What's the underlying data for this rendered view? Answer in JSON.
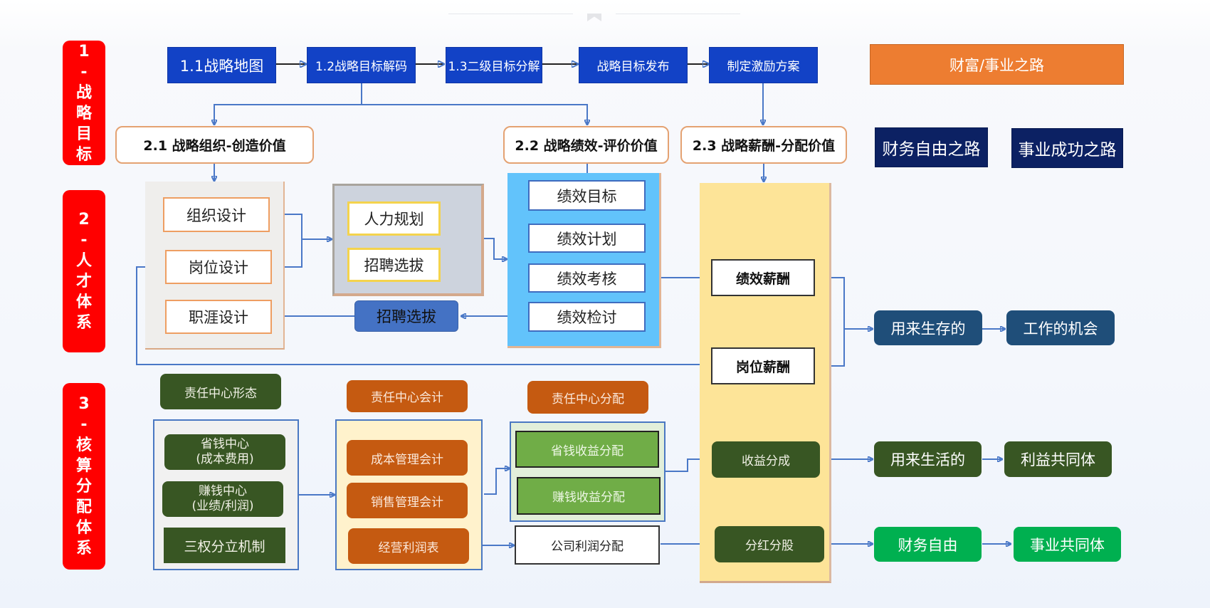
{
  "stages": [
    {
      "id": "stage-1",
      "chars": [
        "1",
        "-",
        "战",
        "略",
        "目",
        "标"
      ]
    },
    {
      "id": "stage-2",
      "chars": [
        "2",
        "-",
        "人",
        "才",
        "体",
        "系"
      ]
    },
    {
      "id": "stage-3",
      "chars": [
        "3",
        "-",
        "核",
        "算",
        "分",
        "配",
        "体",
        "系"
      ]
    }
  ],
  "strategy_flow": [
    "1.1战略地图",
    "1.2战略目标解码",
    "1.3二级目标分解",
    "战略目标发布",
    "制定激励方案"
  ],
  "wealth_path": {
    "title": "财富/事业之路",
    "financial": "财务自由之路",
    "career": "事业成功之路"
  },
  "sections": {
    "org": "2.1 战略组织-创造价值",
    "performance": "2.2 战略绩效-评价价值",
    "compensation": "2.3 战略薪酬-分配价值"
  },
  "org_design": [
    "组织设计",
    "岗位设计",
    "职涯设计"
  ],
  "hr_planning": [
    "人力规划",
    "招聘选拔"
  ],
  "recruit_button": "招聘选拔",
  "performance_steps": [
    "绩效目标",
    "绩效计划",
    "绩效考核",
    "绩效检讨"
  ],
  "compensation": {
    "performance_pay": "绩效薪酬",
    "position_pay": "岗位薪酬",
    "profit_share": "收益分成",
    "dividend": "分红分股"
  },
  "outcomes": {
    "survive": "用来生存的",
    "job_opportunity": "工作的机会",
    "live": "用来生活的",
    "interest_community": "利益共同体",
    "financial_freedom": "财务自由",
    "career_community": "事业共同体"
  },
  "accounting": {
    "form_title": "责任中心形态",
    "forms": [
      {
        "line1": "省钱中心",
        "line2": "(成本费用)"
      },
      {
        "line1": "赚钱中心",
        "line2": "(业绩/利润)"
      }
    ],
    "three_powers": "三权分立机制",
    "acct_title": "责任中心会计",
    "acct_items": [
      "成本管理会计",
      "销售管理会计",
      "经营利润表"
    ],
    "dist_title": "责任中心分配",
    "dist_items": [
      "省钱收益分配",
      "赚钱收益分配"
    ],
    "company_profit": "公司利润分配"
  }
}
